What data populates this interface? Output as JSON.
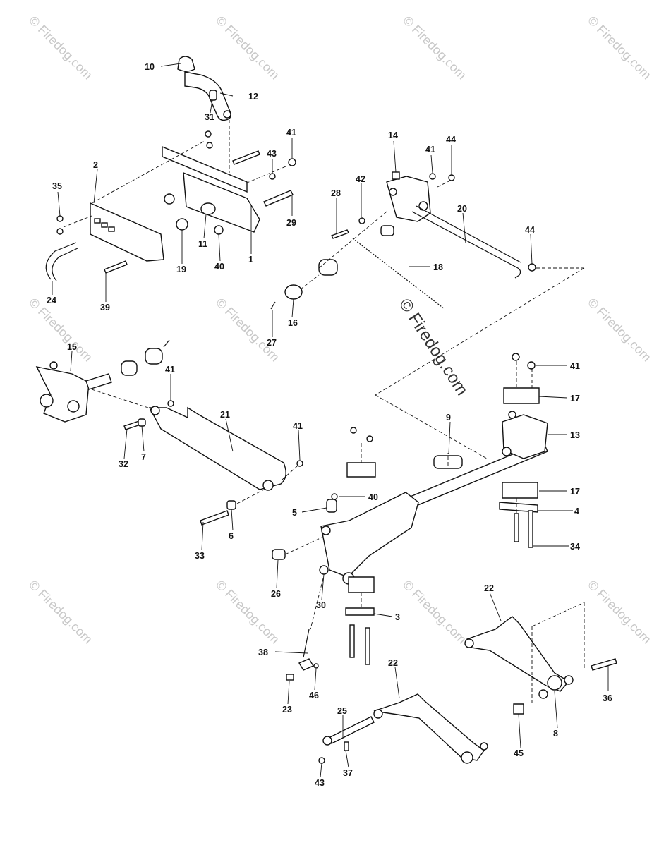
{
  "watermark": {
    "text": "© Firedog.com",
    "center_text": "© Firedog.com"
  },
  "callouts": {
    "c1": "1",
    "c2": "2",
    "c3": "3",
    "c4": "4",
    "c5": "5",
    "c6": "6",
    "c7": "7",
    "c8": "8",
    "c9": "9",
    "c10": "10",
    "c11": "11",
    "c12": "12",
    "c13": "13",
    "c14": "14",
    "c15": "15",
    "c16": "16",
    "c17a": "17",
    "c17b": "17",
    "c18": "18",
    "c19": "19",
    "c20": "20",
    "c21": "21",
    "c22a": "22",
    "c22b": "22",
    "c23": "23",
    "c24": "24",
    "c25": "25",
    "c26": "26",
    "c27": "27",
    "c28": "28",
    "c29": "29",
    "c30": "30",
    "c31": "31",
    "c32": "32",
    "c33": "33",
    "c34": "34",
    "c35": "35",
    "c36": "36",
    "c37": "37",
    "c38": "38",
    "c39": "39",
    "c40a": "40",
    "c40b": "40",
    "c41a": "41",
    "c41b": "41",
    "c41c": "41",
    "c41d": "41",
    "c41e": "41",
    "c42": "42",
    "c43a": "43",
    "c43b": "43",
    "c44a": "44",
    "c44b": "44",
    "c45": "45",
    "c46": "46"
  }
}
